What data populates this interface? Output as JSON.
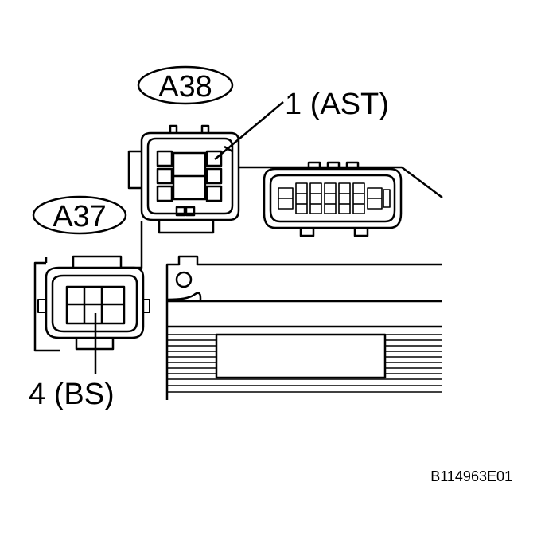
{
  "connectors": {
    "a38": {
      "id": "A38"
    },
    "a37": {
      "id": "A37"
    }
  },
  "pins": {
    "ast": {
      "label": "1 (AST)"
    },
    "bs": {
      "label": "4 (BS)"
    }
  },
  "figure_code": "B114963E01",
  "colors": {
    "line": "#000000",
    "background": "#ffffff"
  }
}
